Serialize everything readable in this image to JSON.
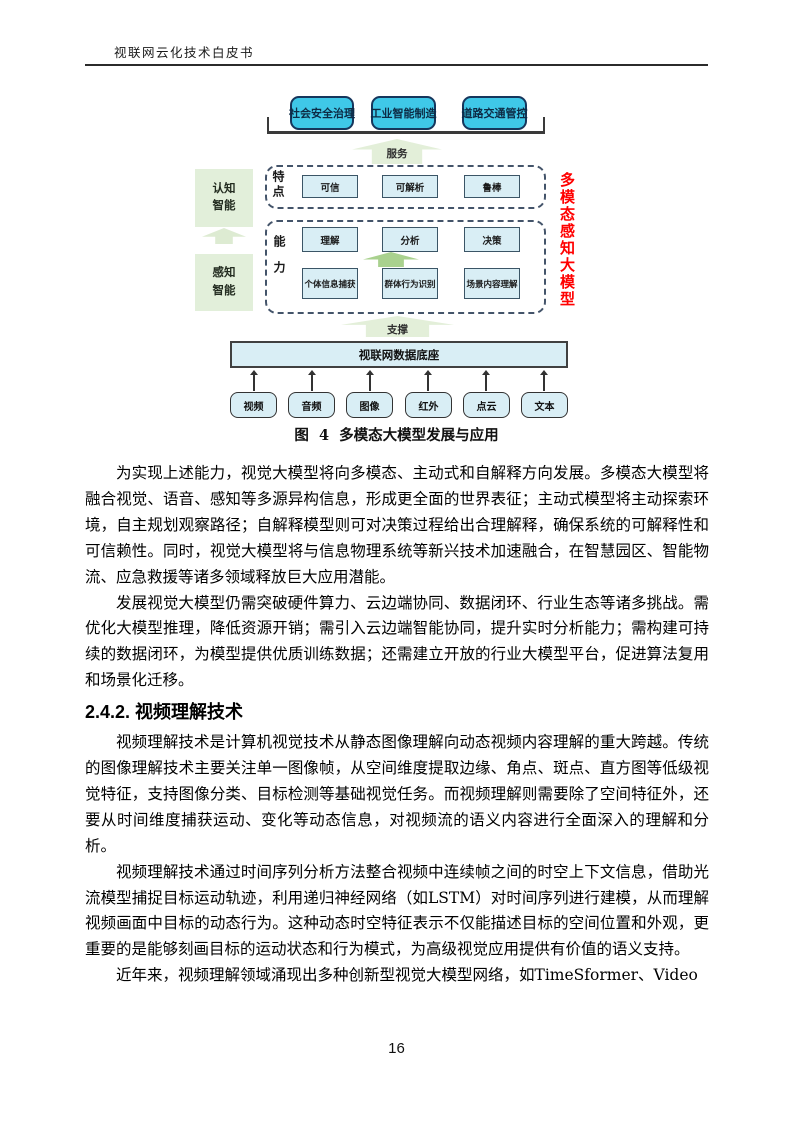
{
  "page": {
    "header": "视联网云化技术白皮书",
    "page_number": "16"
  },
  "figure": {
    "caption": "图 4 多模态大模型发展与应用",
    "side_label": "多模态感知大模型",
    "applications": [
      "社会安全治理",
      "工业智能制造",
      "道路交通管控"
    ],
    "serve_arrow": "服务",
    "support_arrow": "支撑",
    "left_stack": {
      "top": "认知智能",
      "bottom": "感知智能"
    },
    "traits": {
      "label": "特点",
      "items": [
        "可信",
        "可解析",
        "鲁棒"
      ]
    },
    "abilities": {
      "label": "能力",
      "row1": [
        "理解",
        "分析",
        "决策"
      ],
      "row2": [
        "个体信息捕获",
        "群体行为识别",
        "场景内容理解"
      ]
    },
    "data_base": "视联网数据底座",
    "modalities": [
      "视频",
      "音频",
      "图像",
      "红外",
      "点云",
      "文本"
    ],
    "colors": {
      "app_box_fill": "#3FC8E8",
      "app_box_border": "#16365C",
      "light_cyan_fill": "#D9EEF5",
      "light_green_fill": "#E2EFDA",
      "arrow_green": "#A9D18E",
      "pale_arrow_green": "#E3EFD9",
      "dashed_border": "#44546A",
      "side_label_red": "#FF0000"
    }
  },
  "content": {
    "p1": "为实现上述能力，视觉大模型将向多模态、主动式和自解释方向发展。多模态大模型将融合视觉、语音、感知等多源异构信息，形成更全面的世界表征；主动式模型将主动探索环境，自主规划观察路径；自解释模型则可对决策过程给出合理解释，确保系统的可解释性和可信赖性。同时，视觉大模型将与信息物理系统等新兴技术加速融合，在智慧园区、智能物流、应急救援等诸多领域释放巨大应用潜能。",
    "p2": "发展视觉大模型仍需突破硬件算力、云边端协同、数据闭环、行业生态等诸多挑战。需优化大模型推理，降低资源开销；需引入云边端智能协同，提升实时分析能力；需构建可持续的数据闭环，为模型提供优质训练数据；还需建立开放的行业大模型平台，促进算法复用和场景化迁移。",
    "heading": "2.4.2. 视频理解技术",
    "p3": "视频理解技术是计算机视觉技术从静态图像理解向动态视频内容理解的重大跨越。传统的图像理解技术主要关注单一图像帧，从空间维度提取边缘、角点、斑点、直方图等低级视觉特征，支持图像分类、目标检测等基础视觉任务。而视频理解则需要除了空间特征外，还要从时间维度捕获运动、变化等动态信息，对视频流的语义内容进行全面深入的理解和分析。",
    "p4": "视频理解技术通过时间序列分析方法整合视频中连续帧之间的时空上下文信息，借助光流模型捕捉目标运动轨迹，利用递归神经网络（如LSTM）对时间序列进行建模，从而理解视频画面中目标的动态行为。这种动态时空特征表示不仅能描述目标的空间位置和外观，更重要的是能够刻画目标的运动状态和行为模式，为高级视觉应用提供有价值的语义支持。",
    "p5": "近年来，视频理解领域涌现出多种创新型视觉大模型网络，如TimeSformer、Video"
  }
}
